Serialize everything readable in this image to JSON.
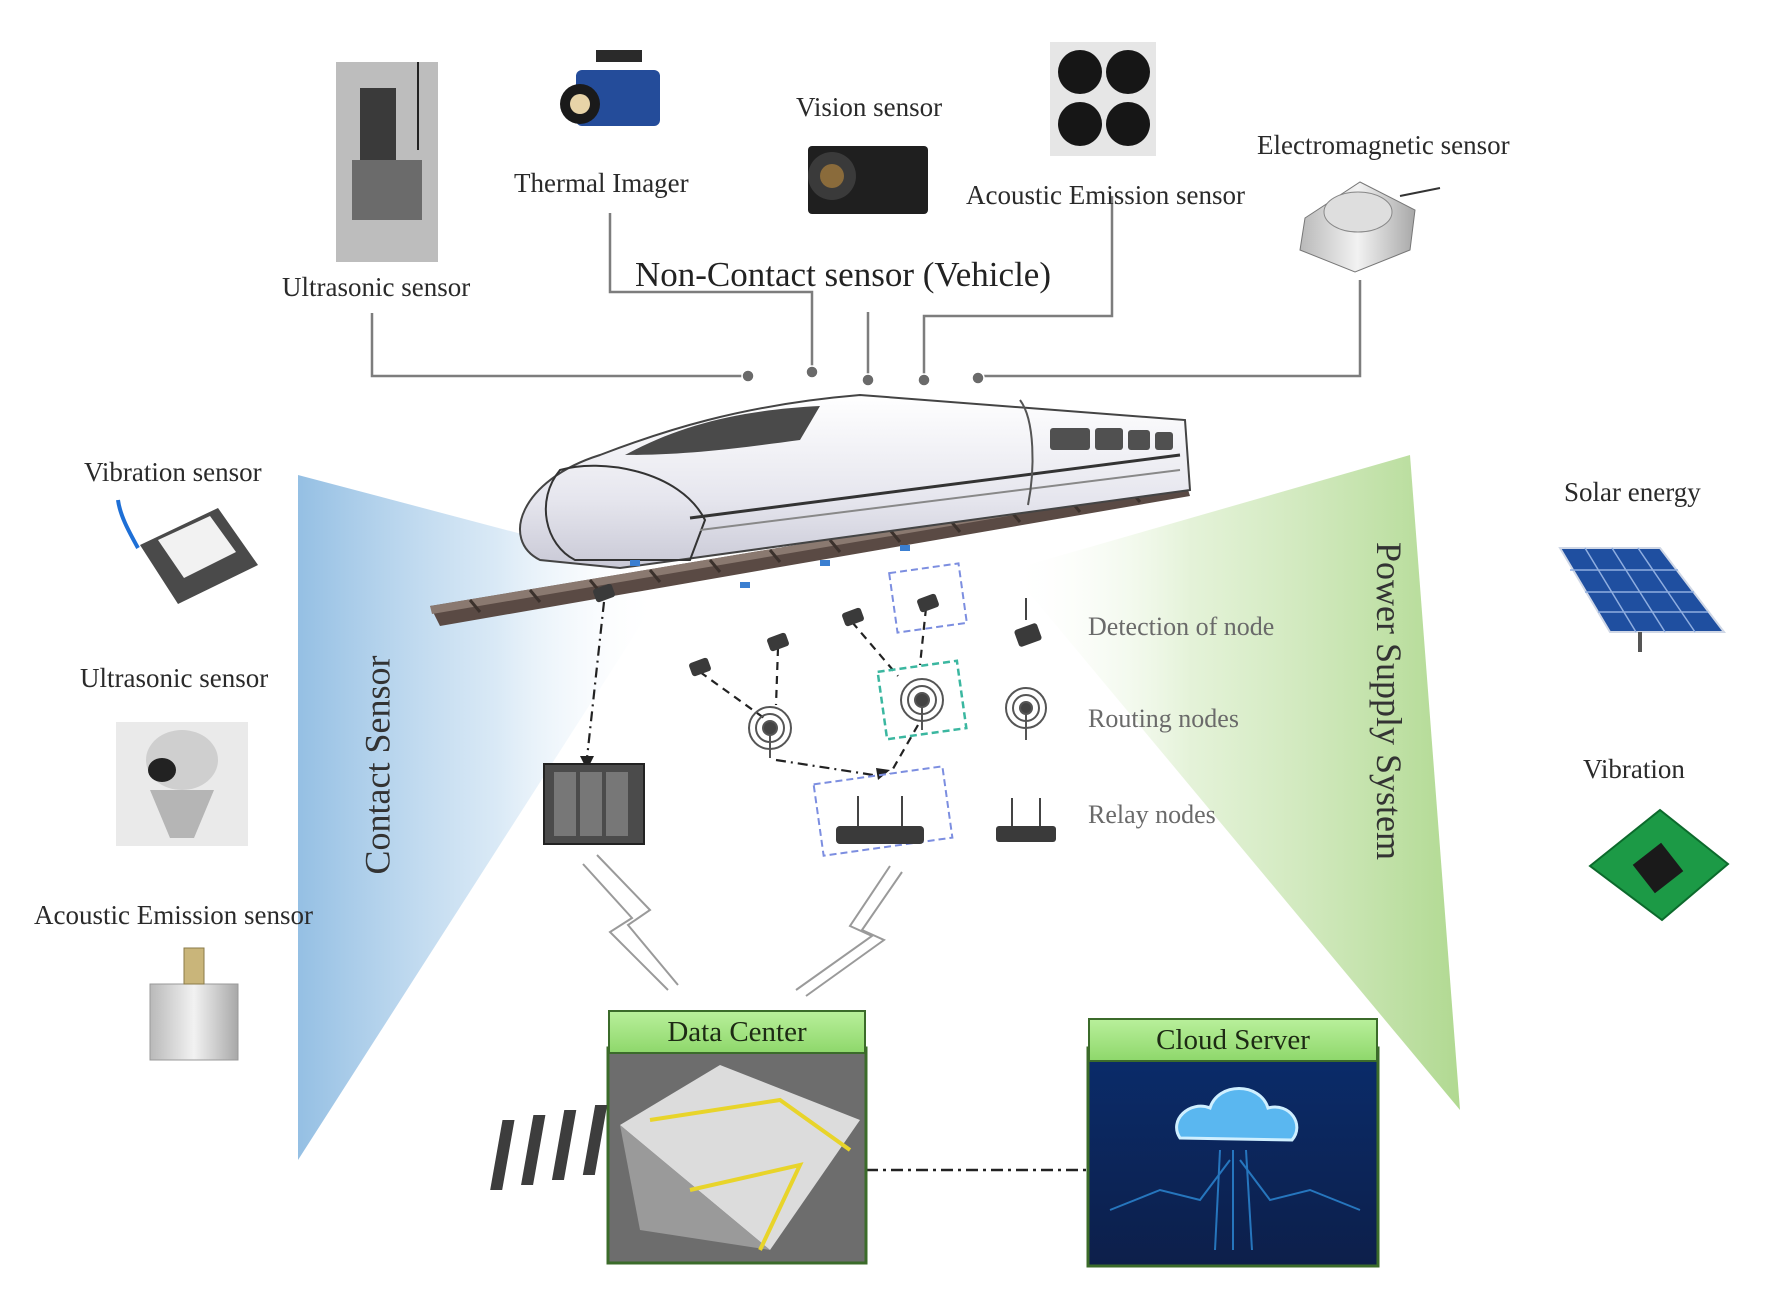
{
  "top_title": "Non-Contact sensor (Vehicle)",
  "non_contact_sensors": {
    "ultrasonic": "Ultrasonic sensor",
    "thermal": "Thermal Imager",
    "vision": "Vision sensor",
    "acoustic": "Acoustic Emission sensor",
    "electromagnetic": "Electromagnetic sensor"
  },
  "contact_sensor": {
    "title": "Contact Sensor",
    "items": [
      "Vibration sensor",
      "Ultrasonic sensor",
      "Acoustic Emission sensor"
    ]
  },
  "power_supply": {
    "title": "Power Supply System",
    "items": [
      "Solar energy",
      "Vibration"
    ]
  },
  "legend": {
    "detection": "Detection of node",
    "routing": "Routing nodes",
    "relay": "Relay nodes"
  },
  "data_center": "Data Center",
  "cloud_server": "Cloud Server",
  "colors": {
    "contact_fan": "#9cc4e4",
    "power_fan": "#b9dc9c",
    "title_box": "#9ee07a",
    "link_blue": "#7c8ee0",
    "link_green": "#3bb7a0"
  }
}
